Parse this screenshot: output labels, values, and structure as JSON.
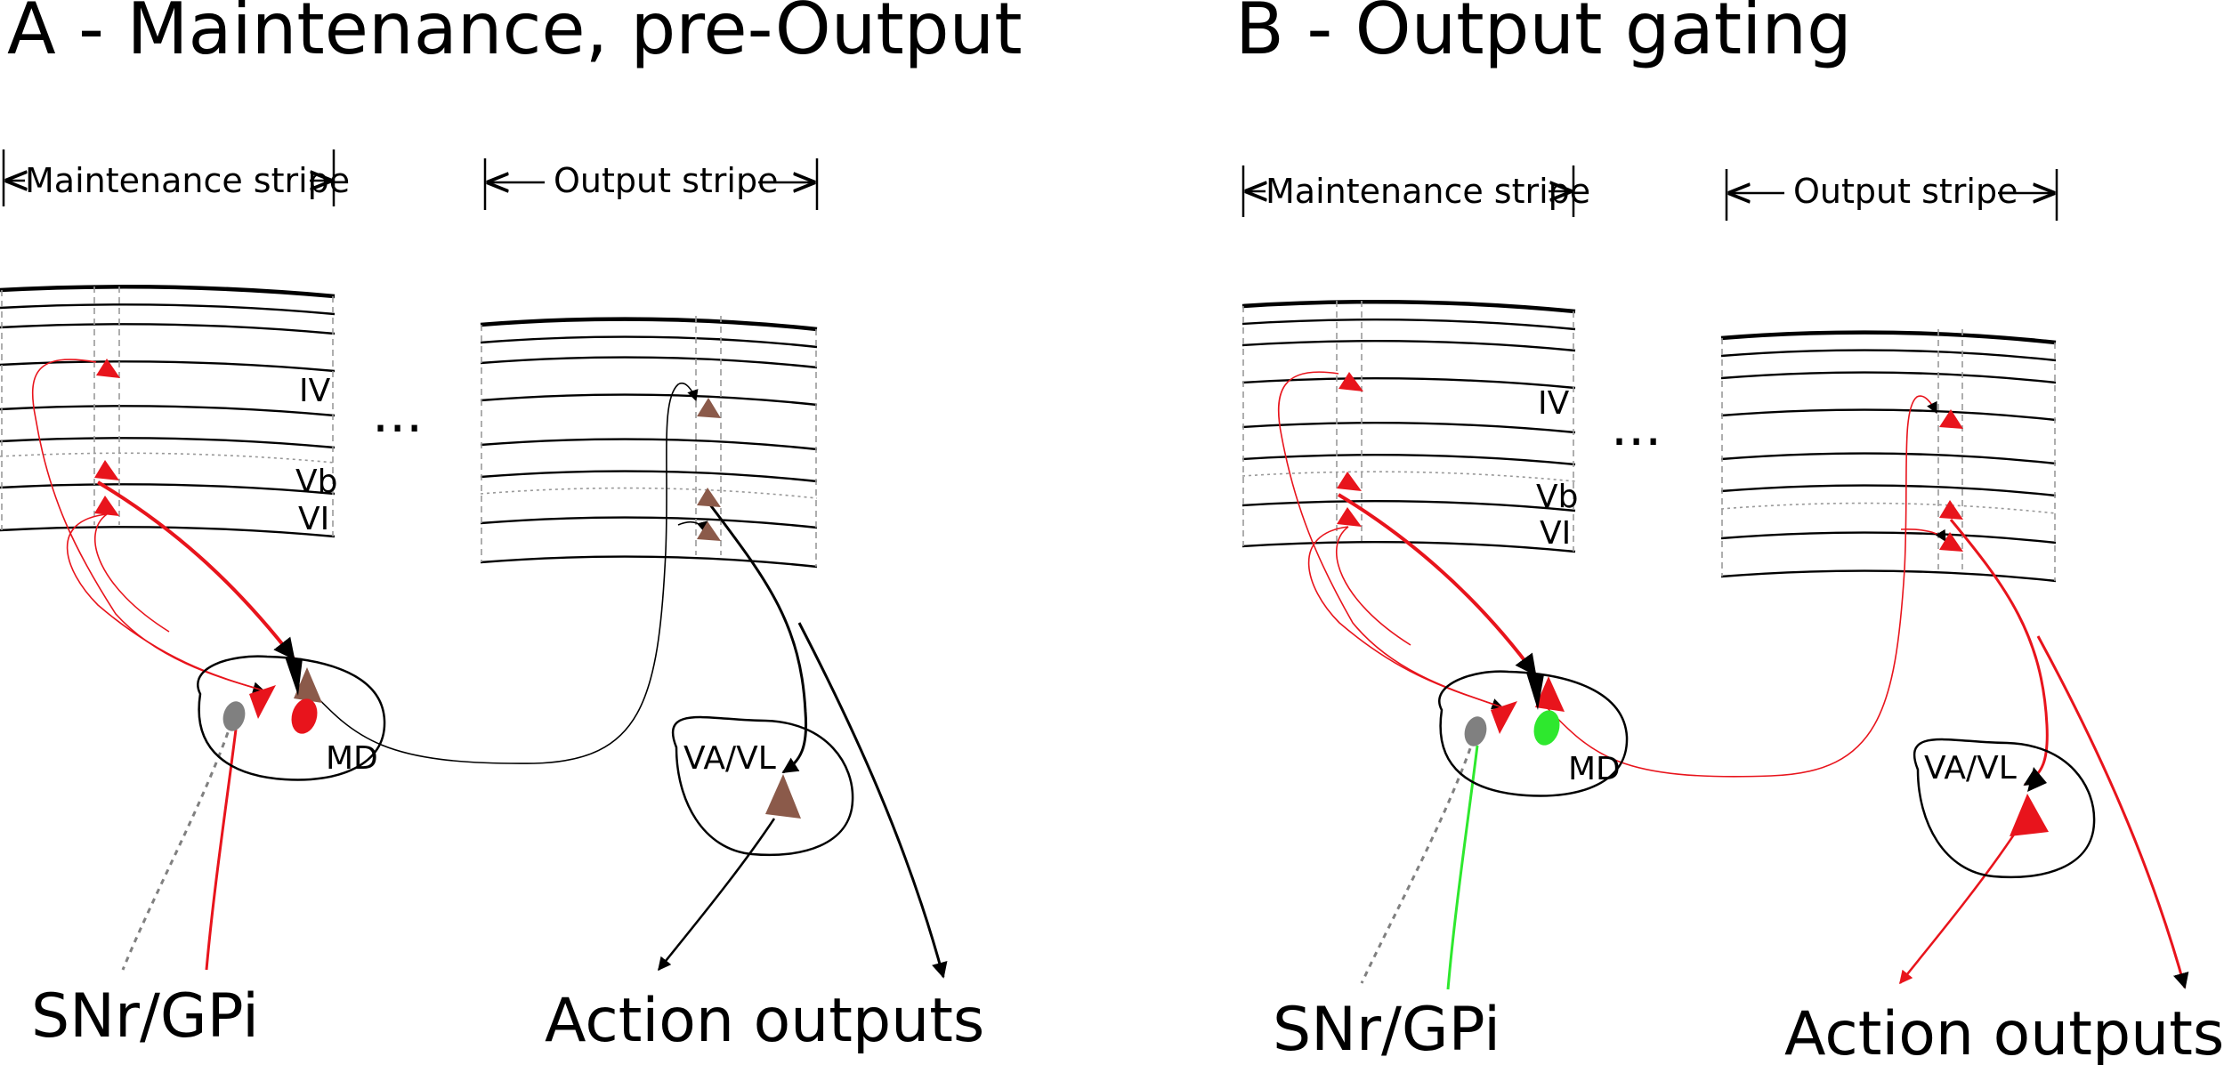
{
  "panel_a": {
    "title": "A - Maintenance, pre-Output",
    "maintenance_stripe_label": "Maintenance stripe",
    "output_stripe_label": "Output stripe",
    "layer_iv": "IV",
    "layer_vb": "Vb",
    "layer_vi": "VI",
    "ellipsis": "...",
    "md_label": "MD",
    "vavl_label": "VA/VL",
    "snr_label": "SNr/GPi",
    "action_label": "Action outputs"
  },
  "panel_b": {
    "title": "B - Output gating",
    "maintenance_stripe_label": "Maintenance stripe",
    "output_stripe_label": "Output stripe",
    "layer_iv": "IV",
    "layer_vb": "Vb",
    "layer_vi": "VI",
    "ellipsis": "...",
    "md_label": "MD",
    "vavl_label": "VA/VL",
    "snr_label": "SNr/GPi",
    "action_label": "Action outputs"
  },
  "colors": {
    "active_neuron": "#e8141c",
    "inactive_neuron": "#8b5a4a",
    "gated_snr": "#2ee82e",
    "blocked_snr": "#808080",
    "line": "#000000"
  }
}
